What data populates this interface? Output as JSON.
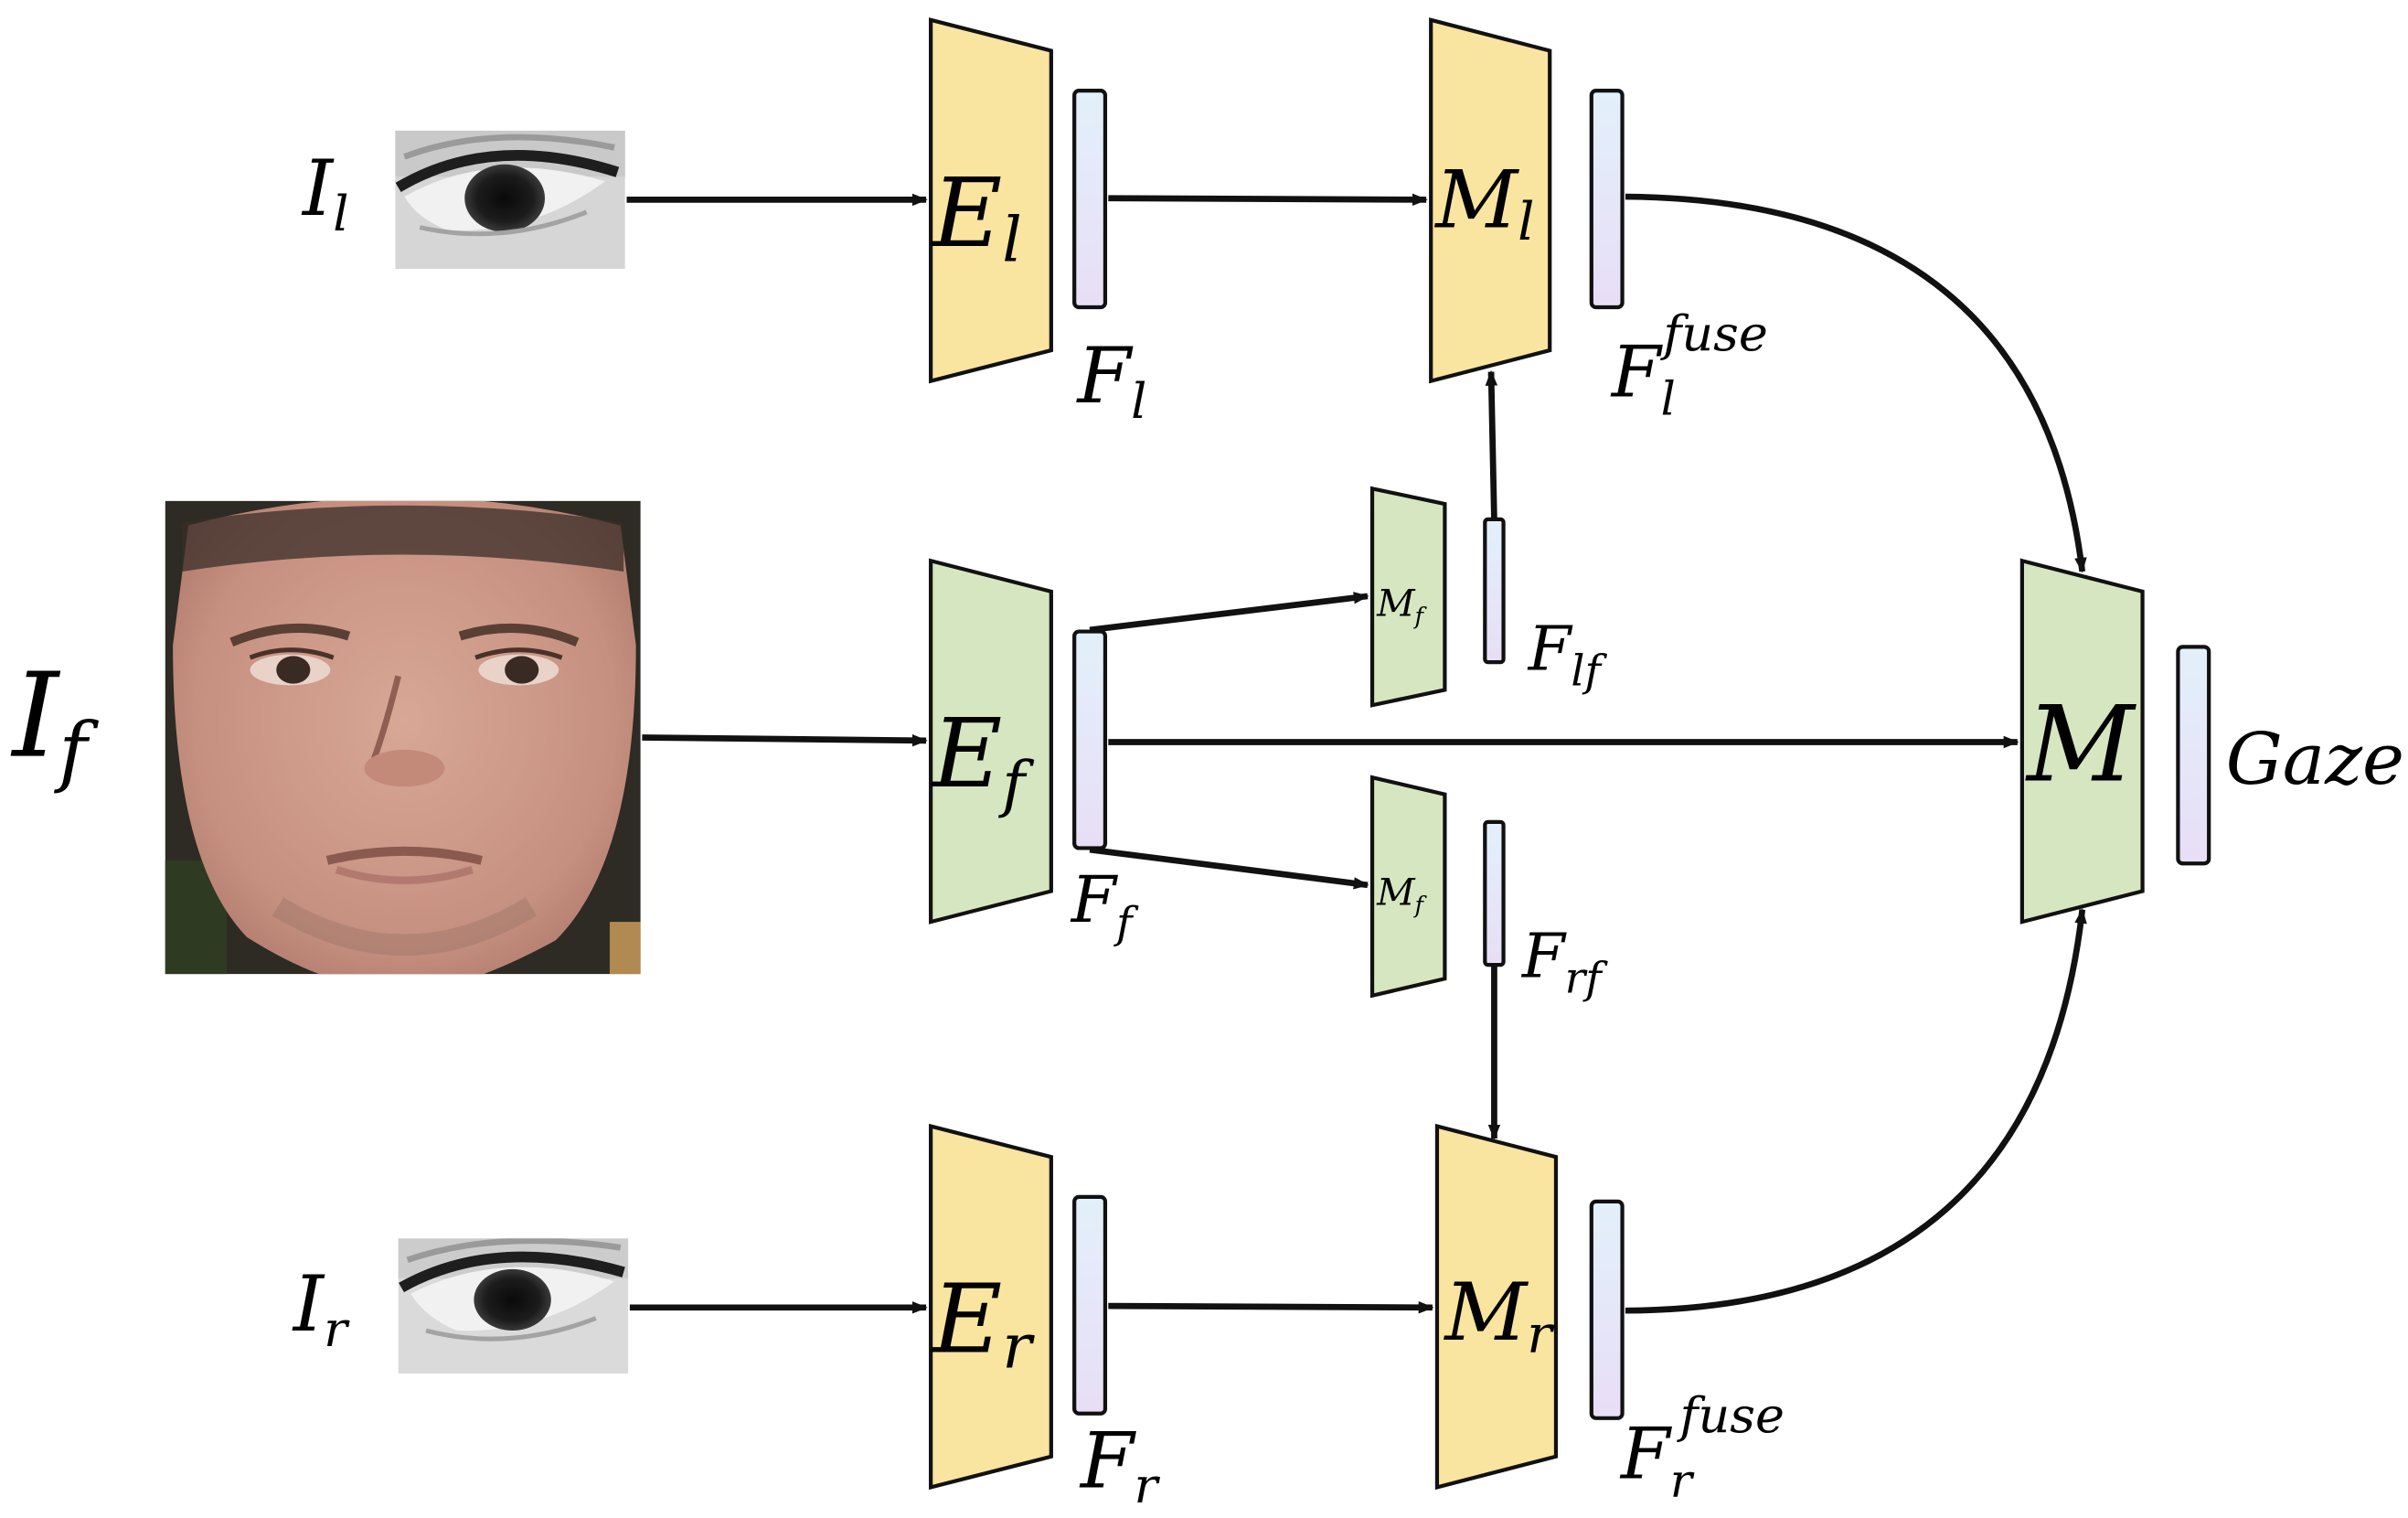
{
  "colors": {
    "eye_module": "#f9e4a0",
    "face_module": "#d6e6c0",
    "feature_top": "#e2f0fb",
    "feature_bottom": "#e8def6",
    "stroke": "#111111"
  },
  "inputs": {
    "left_eye": {
      "base": "I",
      "sub": "l",
      "image": "left-eye-photo"
    },
    "face": {
      "base": "I",
      "sub": "f",
      "image": "face-photo"
    },
    "right_eye": {
      "base": "I",
      "sub": "r",
      "image": "right-eye-photo"
    }
  },
  "encoders": {
    "left": {
      "base": "E",
      "sub": "l"
    },
    "face": {
      "base": "E",
      "sub": "f"
    },
    "right": {
      "base": "E",
      "sub": "r"
    }
  },
  "features": {
    "left": {
      "base": "F",
      "sub": "l"
    },
    "face": {
      "base": "F",
      "sub": "f"
    },
    "right": {
      "base": "F",
      "sub": "r"
    },
    "lf": {
      "base": "F",
      "sub": "lf"
    },
    "rf": {
      "base": "F",
      "sub": "rf"
    },
    "left_fuse": {
      "base": "F",
      "sub": "l",
      "sup": "fuse"
    },
    "right_fuse": {
      "base": "F",
      "sub": "r",
      "sup": "fuse"
    }
  },
  "modules": {
    "m_left": {
      "base": "M",
      "sub": "l"
    },
    "m_right": {
      "base": "M",
      "sub": "r"
    },
    "m_face_top": {
      "base": "M",
      "sub": "f"
    },
    "m_face_bottom": {
      "base": "M",
      "sub": "f"
    },
    "m_final": {
      "base": "M"
    }
  },
  "output": {
    "label": "Gaze"
  }
}
